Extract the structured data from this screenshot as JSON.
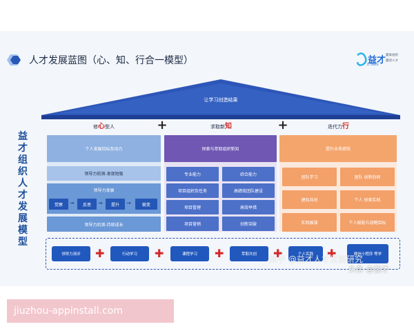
{
  "header": {
    "title": "人才发展蓝图（心、知、行合一模型）",
    "logo_main": "益才",
    "logo_sub1": "赢来组织",
    "logo_sub2": "赢得人才",
    "logo_en": "Li Talent"
  },
  "roof": {
    "label": "让学习创造结果"
  },
  "side_title": [
    "益",
    "才",
    "组",
    "织",
    "人",
    "才",
    "发",
    "展",
    "模",
    "型"
  ],
  "columns": {
    "c1": {
      "pre": "修",
      "big": "心",
      "post": "型人"
    },
    "c2": {
      "pre": "求取新",
      "big": "知",
      "post": ""
    },
    "c3": {
      "pre": "迭代力",
      "big": "行",
      "post": ""
    },
    "plus": "+"
  },
  "pillar1": {
    "head": "个人发展目标及动力",
    "row1": "领导力前测-发现短板",
    "group_title": "领导力发展",
    "steps": [
      "觉察",
      "反思",
      "提升",
      "蜕变"
    ],
    "arrow": "→",
    "row3": "领导力后测-持续成长"
  },
  "pillar2": {
    "head": "探索与萃取组织新知",
    "cells": [
      "专业能力",
      "综合能力",
      "项目组织及任务",
      "高绩效团队建设",
      "项目管理",
      "高效举措",
      "项目营销",
      "创新突破"
    ]
  },
  "pillar3": {
    "head": "提升业务绩效",
    "cells": [
      "团队学习",
      "团队 创新协同",
      "建知共创",
      "个人 探索实践",
      "实践展演",
      "个人赋能与战略目标"
    ]
  },
  "bottom": {
    "buttons": [
      "领导力测评",
      "行动学习",
      "课程学习",
      "萃取共创",
      "个人实践",
      "微信小程序 等学"
    ],
    "plus": "✚"
  },
  "watermarks": {
    "zhihu": "知乎 @益才人才发展研究",
    "toutiao": "头条 @益才"
  },
  "banner": {
    "text": "jiuzhou-appinstall.com"
  },
  "colors": {
    "title_blue": "#1c4f9a",
    "roof_blue": "#2d56b8",
    "pillar_blue": "#6b98d6",
    "pillar_purple": "#6f57b3",
    "pillar_orange": "#f3a069",
    "plus_red": "#d12a2a"
  }
}
